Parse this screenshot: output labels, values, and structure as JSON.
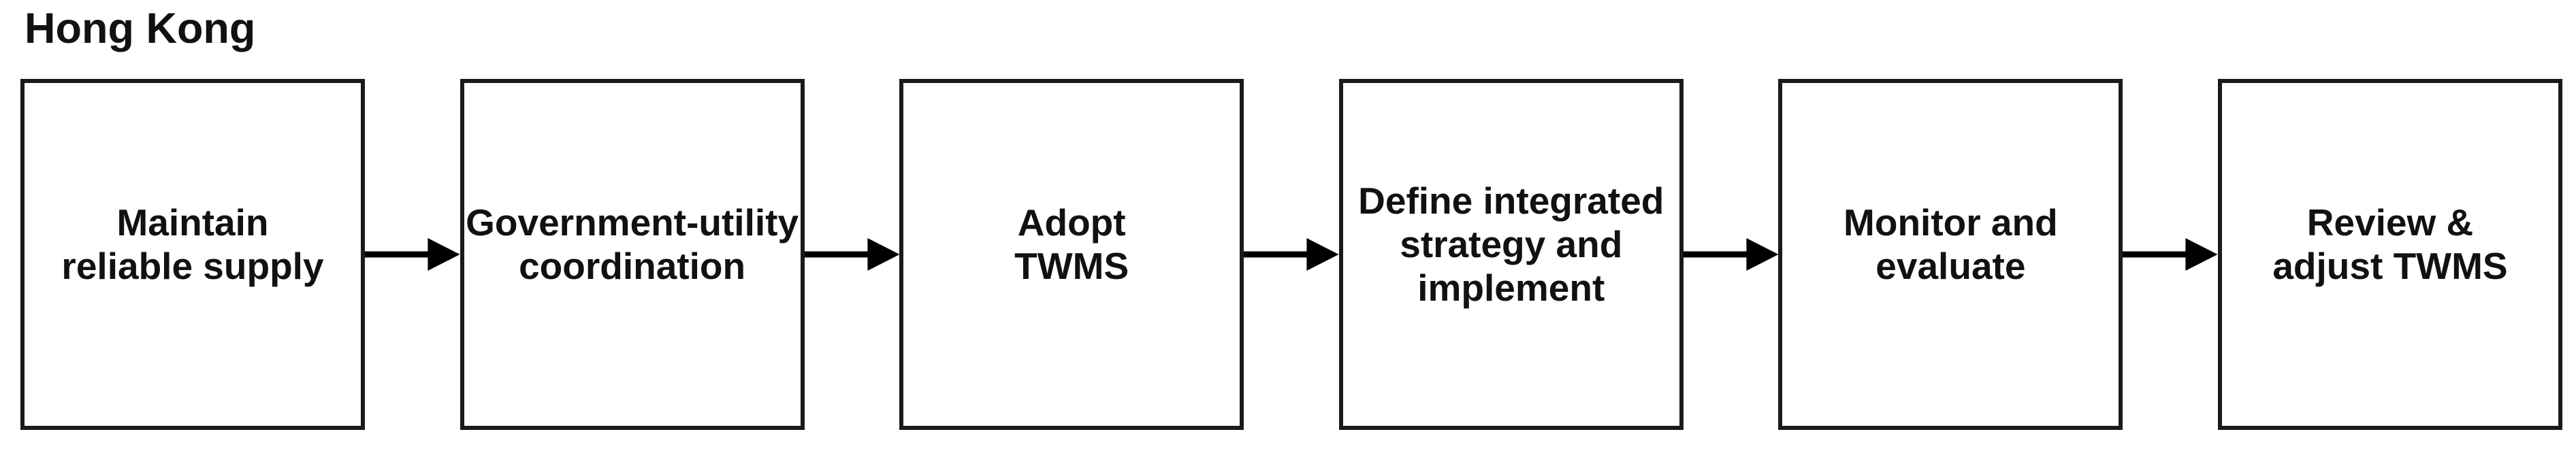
{
  "diagram": {
    "title": "Hong Kong",
    "type": "flowchart",
    "direction": "left-to-right",
    "connector": "arrow-right",
    "colors": {
      "background": "#ffffff",
      "box_border": "#1a1a1a",
      "text": "#111111",
      "arrow": "#000000"
    },
    "steps": [
      {
        "label": "Maintain\nreliable supply"
      },
      {
        "label": "Government-utility\ncoordination"
      },
      {
        "label": "Adopt\nTWMS"
      },
      {
        "label": "Define integrated\nstrategy and\nimplement"
      },
      {
        "label": "Monitor and\nevaluate"
      },
      {
        "label": "Review &\nadjust TWMS"
      }
    ]
  }
}
